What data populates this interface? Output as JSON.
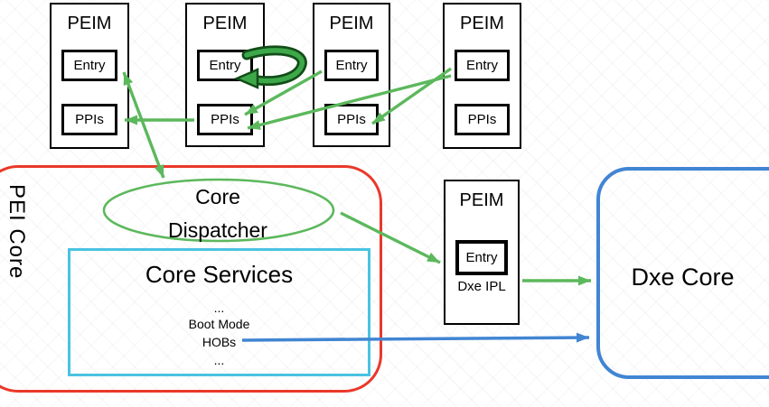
{
  "colors": {
    "green": "#5cb85c",
    "dark_green": "#124d18",
    "loop_green": "#3da84a",
    "red": "#ea3829",
    "cyan": "#4ac3e2",
    "blue": "#4185d3",
    "black": "#000000"
  },
  "peim_modules": [
    {
      "title": "PEIM",
      "entry_label": "Entry",
      "ppis_label": "PPIs"
    },
    {
      "title": "PEIM",
      "entry_label": "Entry",
      "ppis_label": "PPIs"
    },
    {
      "title": "PEIM",
      "entry_label": "Entry",
      "ppis_label": "PPIs"
    },
    {
      "title": "PEIM",
      "entry_label": "Entry",
      "ppis_label": "PPIs"
    }
  ],
  "dxe_ipl_module": {
    "title": "PEIM",
    "entry_label": "Entry",
    "caption": "Dxe IPL"
  },
  "pei_core": {
    "label": "PEI Core",
    "dispatcher_line1": "Core",
    "dispatcher_line2": "Dispatcher",
    "services": {
      "title": "Core Services",
      "items": [
        "...",
        "Boot Mode",
        "HOBs",
        "..."
      ]
    }
  },
  "dxe_core": {
    "label": "Dxe Core"
  },
  "icons": {
    "dispatch_loop": "loop-arrow-icon",
    "arrow": "green-arrow",
    "hob_handoff": "blue-arrow"
  }
}
